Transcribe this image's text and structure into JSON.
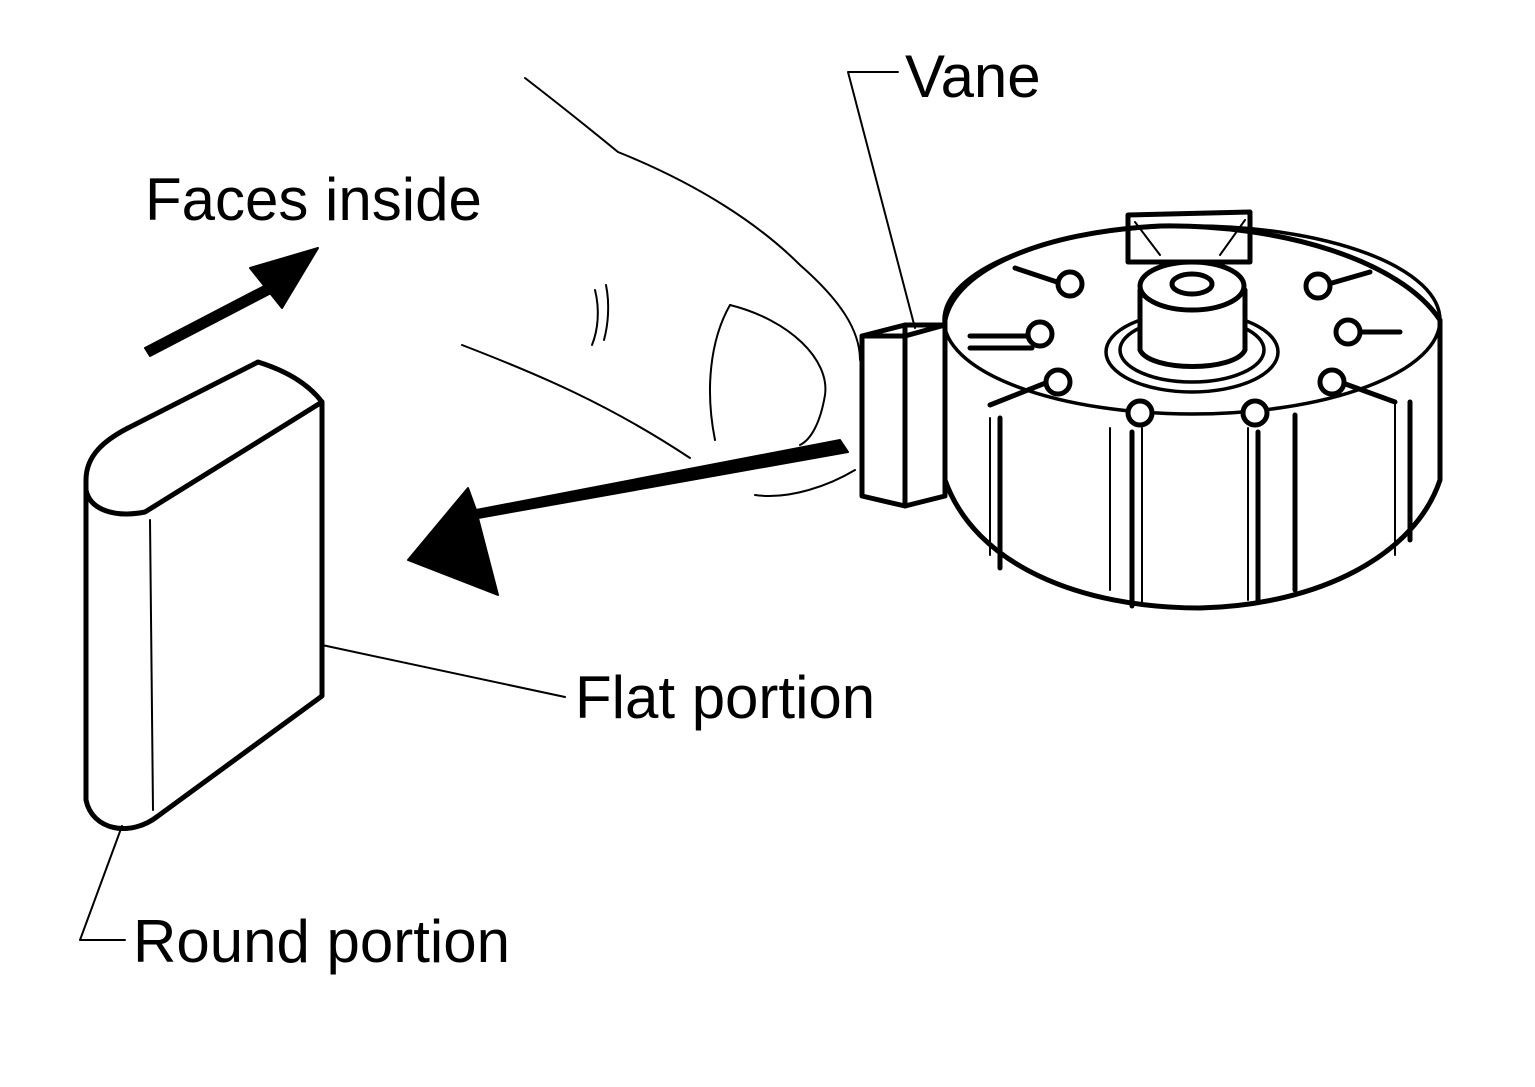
{
  "labels": {
    "vane": "Vane",
    "faces_inside": "Faces inside",
    "flat_portion": "Flat portion",
    "round_portion": "Round portion"
  },
  "colors": {
    "ink": "#000000",
    "paper": "#ffffff"
  }
}
